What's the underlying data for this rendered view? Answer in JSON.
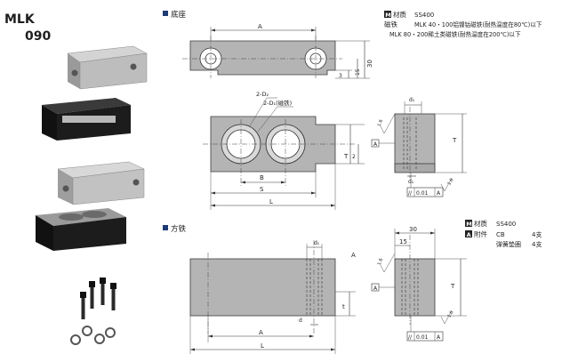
{
  "header": {
    "code_line1": "MLK",
    "code_line2": "090"
  },
  "sections": {
    "base": {
      "title": "底座",
      "material_badge": "M",
      "material_label": "材质",
      "material_value": "SS400",
      "magnet_label": "磁铁",
      "magnet_line1": "MLK 40・100铝镍钴磁铁(耐热温度在80℃)以下",
      "magnet_line2": "MLK 80・200稀土类磁铁(耐热温度在200℃)以下"
    },
    "square": {
      "title": "方铁",
      "material_badge": "M",
      "material_label": "材质",
      "material_value": "SS400",
      "accessory_badge": "A",
      "accessory_label": "附件",
      "accessory_item1": "CB",
      "accessory_qty1": "4支",
      "accessory_item2": "弹簧垫圈",
      "accessory_qty2": "4支"
    }
  },
  "dims": {
    "A": "A",
    "B": "B",
    "S": "S",
    "L": "L",
    "T": "T",
    "t": "t",
    "d1": "d₁",
    "d": "d",
    "two_d2": "2-D₂",
    "two_d1_magnet": "2-D₁(磁铁)",
    "v30": "30",
    "v15": "15",
    "v3": "3",
    "v2": "2",
    "a_ref": "A",
    "flatness_box": "//",
    "flatness_val": "0.01",
    "flatness_ref": "A",
    "roughness": "1.6"
  },
  "colors": {
    "accent": "#1f3b73",
    "part": "#b4b4b4",
    "line": "#333333"
  }
}
